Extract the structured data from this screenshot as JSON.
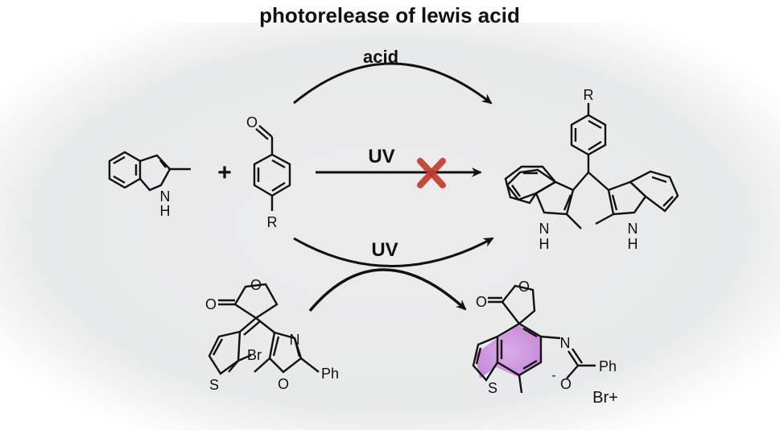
{
  "title": "photorelease of lewis acid",
  "conditions": {
    "top": "acid",
    "middle": "UV",
    "bottom": "UV"
  },
  "reagents": {
    "plus": "+"
  },
  "atoms": {
    "indole_n": "N",
    "indole_h": "H",
    "aldehyde_o": "O",
    "aldehyde_r": "R",
    "product_r": "R",
    "product_left_n": "N",
    "product_left_h": "H",
    "product_right_n": "N",
    "product_right_h": "H",
    "switch_o_carbonyl": "O",
    "switch_o_ring": "O",
    "switch_br": "Br",
    "switch_s": "S",
    "switch_n": "N",
    "switch_o_oxazole": "O",
    "switch_ph": "Ph",
    "closed_o_carbonyl": "O",
    "closed_o_ring": "O",
    "closed_s": "S",
    "closed_n": "N",
    "closed_o_minus": "O",
    "closed_minus": "-",
    "closed_ph": "Ph",
    "closed_br": "Br+"
  },
  "colors": {
    "bond": "#111111",
    "blocked_mark": "#c0392b",
    "highlight": "#c37ad6",
    "background": "#e9eaeb"
  }
}
